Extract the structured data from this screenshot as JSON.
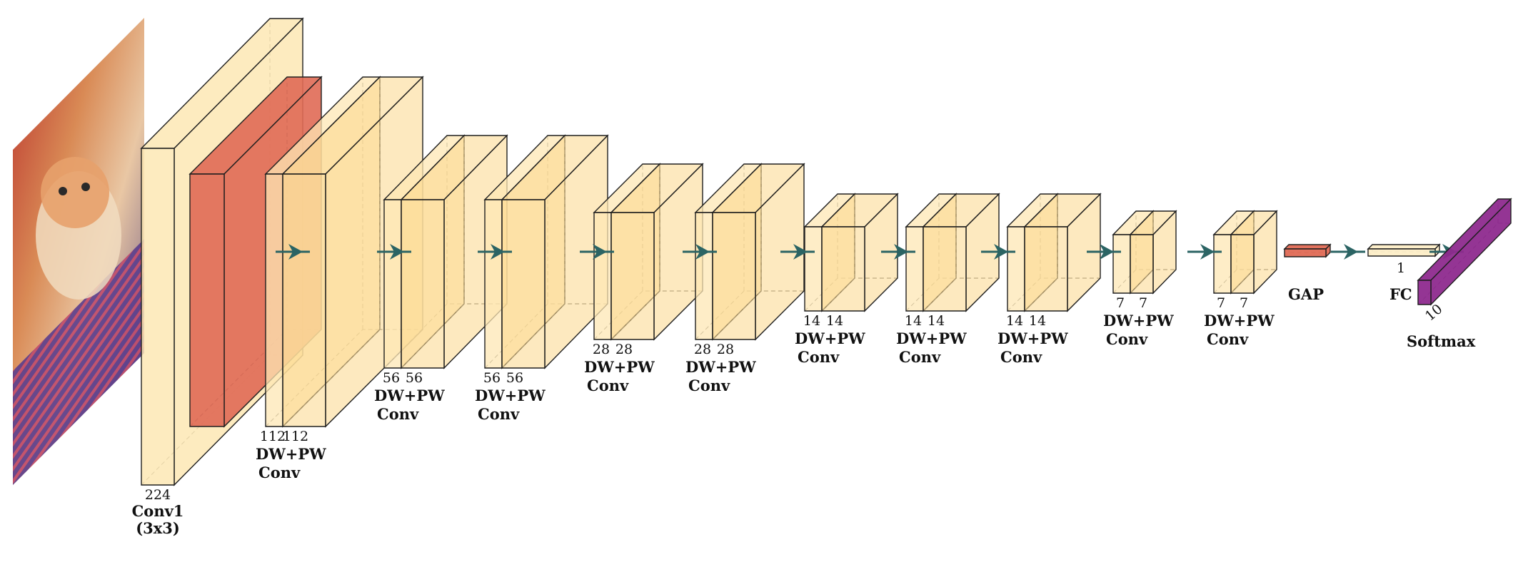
{
  "colors": {
    "feature_map": "#fde7b4",
    "feature_map_overlap": "#fcd78a",
    "conv1_activation": "#e06a55",
    "gap_block": "#e06a55",
    "fc_block": "#fdeec7",
    "softmax_block": "#8e2a8e",
    "arrow": "#2b6464",
    "edge": "#1f1f1f"
  },
  "input": {
    "icon": "kitten-photo"
  },
  "conv1": {
    "dim": "224",
    "label_line1": "Conv1",
    "label_line2": "(3x3)"
  },
  "blocks": [
    {
      "dims": [
        "112",
        "112"
      ],
      "label_line1": "DW+PW",
      "label_line2": "Conv"
    },
    {
      "dims": [
        "56",
        "56"
      ],
      "label_line1": "DW+PW",
      "label_line2": "Conv"
    },
    {
      "dims": [
        "56",
        "56"
      ],
      "label_line1": "DW+PW",
      "label_line2": "Conv"
    },
    {
      "dims": [
        "28",
        "28"
      ],
      "label_line1": "DW+PW",
      "label_line2": "Conv"
    },
    {
      "dims": [
        "28",
        "28"
      ],
      "label_line1": "DW+PW",
      "label_line2": "Conv"
    },
    {
      "dims": [
        "14",
        "14"
      ],
      "label_line1": "DW+PW",
      "label_line2": "Conv"
    },
    {
      "dims": [
        "14",
        "14"
      ],
      "label_line1": "DW+PW",
      "label_line2": "Conv"
    },
    {
      "dims": [
        "14",
        "14"
      ],
      "label_line1": "DW+PW",
      "label_line2": "Conv"
    },
    {
      "dims": [
        "7",
        "7"
      ],
      "label_line1": "DW+PW",
      "label_line2": "Conv"
    },
    {
      "dims": [
        "7",
        "7"
      ],
      "label_line1": "DW+PW",
      "label_line2": "Conv"
    }
  ],
  "gap": {
    "label": "GAP"
  },
  "fc": {
    "label": "FC",
    "dim": "1"
  },
  "softmax": {
    "label": "Softmax",
    "dim": "10"
  }
}
